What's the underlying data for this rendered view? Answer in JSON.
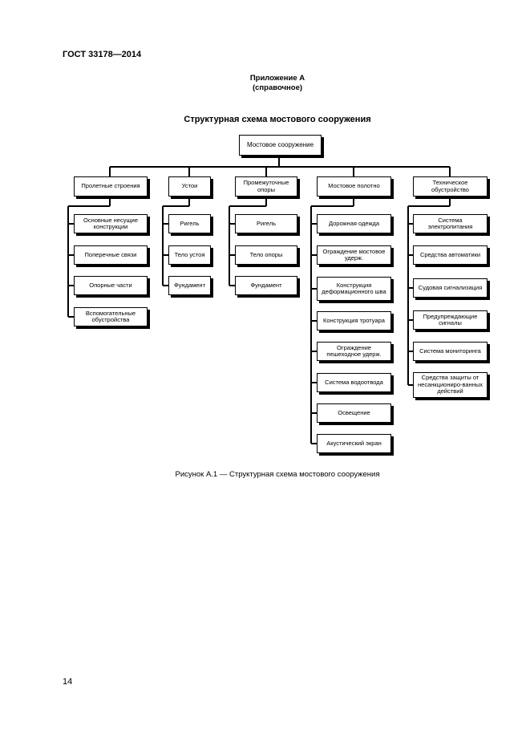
{
  "document": {
    "standard": "ГОСТ 33178—2014",
    "annex_title": "Приложение А",
    "annex_note": "(справочное)",
    "diagram_title": "Структурная схема мостового сооружения",
    "caption": "Рисунок А.1 — Структурная схема мостового сооружения",
    "page_number": "14"
  },
  "diagram": {
    "root": "Мостовое сооружение",
    "groups": [
      {
        "label": "Пролетные строения",
        "items": [
          "Основные несущие конструкции",
          "Поперечные связи",
          "Опорные части",
          "Вспомогательные обустройства"
        ]
      },
      {
        "label": "Устои",
        "items": [
          "Ригель",
          "Тело устоя",
          "Фундамент"
        ]
      },
      {
        "label": "Промежуточные опоры",
        "items": [
          "Ригель",
          "Тело опоры",
          "Фундамент"
        ]
      },
      {
        "label": "Мостовое полотно",
        "items": [
          "Дорожная одежда",
          "Ограждение мостовое удерж.",
          "Конструкция деформационного шва",
          "Конструкция тротуара",
          "Ограждение пешеходное удерж.",
          "Система водоотвода",
          "Освещение",
          "Акустический экран"
        ]
      },
      {
        "label": "Техническое обустройство",
        "items": [
          "Система электропитания",
          "Средства автоматики",
          "Судовая сигнализация",
          "Предупреждающие сигналы",
          "Система мониторинга",
          "Средства защиты от несанкциониро-ванных действий"
        ]
      }
    ]
  }
}
